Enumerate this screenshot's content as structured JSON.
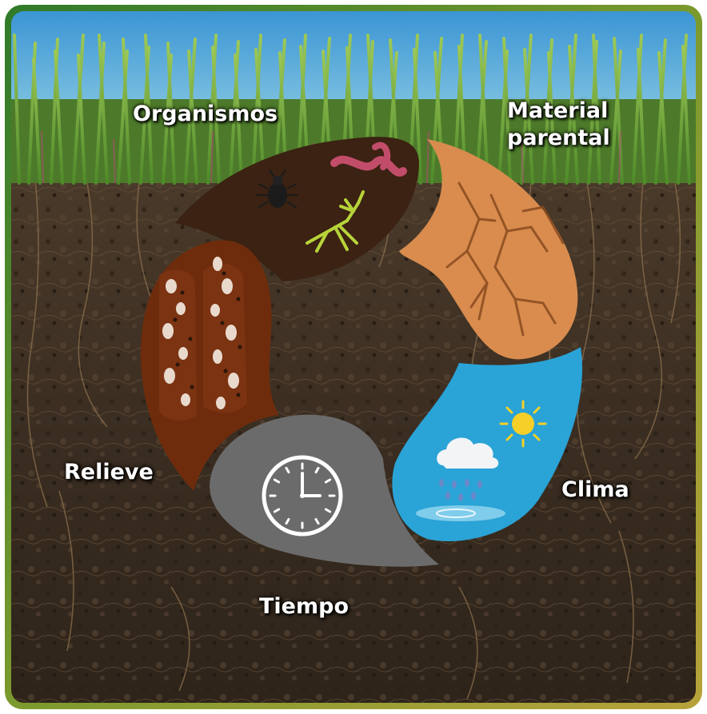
{
  "labels": {
    "organismos": "Organismos",
    "material_parental_line1": "Material",
    "material_parental_line2": "parental",
    "clima": "Clima",
    "tiempo": "Tiempo",
    "relieve": "Relieve"
  },
  "colors": {
    "frame_gradient_start": "#2f7a2a",
    "frame_gradient_end": "#b8a23a",
    "sky": "#3f98d0",
    "grass": "#6fa83a",
    "soil": "#3d3024",
    "organismos_petal": "#3b2212",
    "material_parental_petal": "#d98c4e",
    "clima_petal": "#2aa3d6",
    "tiempo_petal": "#6b6b6b",
    "relieve_petal": "#6e2c0c"
  },
  "icons": {
    "organismos": [
      "beetle-icon",
      "earthworm-icon",
      "mantis-icon"
    ],
    "material_parental": "cracked-rock-icon",
    "clima": [
      "sun-icon",
      "rain-cloud-icon",
      "puddle-icon"
    ],
    "tiempo": "clock-icon",
    "relieve": "soil-profile-icon"
  }
}
